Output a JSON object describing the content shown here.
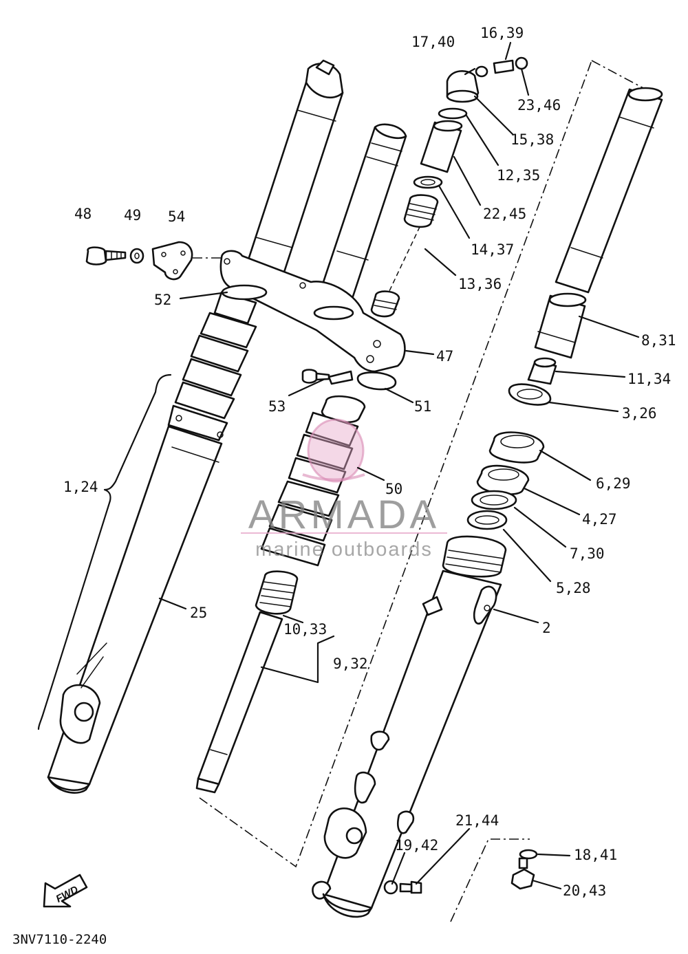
{
  "diagram": {
    "diagram_code": "3NV7110-2240",
    "direction_arrow_label": "FWD",
    "watermark": {
      "brand": "ARMADA",
      "tagline": "marine outboards",
      "accent_color": "#e6a8c9"
    },
    "labels": [
      {
        "id": "48",
        "text": "48"
      },
      {
        "id": "49",
        "text": "49"
      },
      {
        "id": "54",
        "text": "54"
      },
      {
        "id": "52",
        "text": "52"
      },
      {
        "id": "1-24",
        "text": "1,24"
      },
      {
        "id": "25",
        "text": "25"
      },
      {
        "id": "17-40",
        "text": "17,40"
      },
      {
        "id": "16-39",
        "text": "16,39"
      },
      {
        "id": "23-46",
        "text": "23,46"
      },
      {
        "id": "15-38",
        "text": "15,38"
      },
      {
        "id": "12-35",
        "text": "12,35"
      },
      {
        "id": "22-45",
        "text": "22,45"
      },
      {
        "id": "14-37",
        "text": "14,37"
      },
      {
        "id": "13-36",
        "text": "13,36"
      },
      {
        "id": "47",
        "text": "47"
      },
      {
        "id": "53",
        "text": "53"
      },
      {
        "id": "51",
        "text": "51"
      },
      {
        "id": "50",
        "text": "50"
      },
      {
        "id": "10-33",
        "text": "10,33"
      },
      {
        "id": "9-32",
        "text": "9,32"
      },
      {
        "id": "8-31",
        "text": "8,31"
      },
      {
        "id": "11-34",
        "text": "11,34"
      },
      {
        "id": "3-26",
        "text": "3,26"
      },
      {
        "id": "6-29",
        "text": "6,29"
      },
      {
        "id": "4-27",
        "text": "4,27"
      },
      {
        "id": "7-30",
        "text": "7,30"
      },
      {
        "id": "5-28",
        "text": "5,28"
      },
      {
        "id": "2",
        "text": "2"
      },
      {
        "id": "21-44",
        "text": "21,44"
      },
      {
        "id": "19-42",
        "text": "19,42"
      },
      {
        "id": "18-41",
        "text": "18,41"
      },
      {
        "id": "20-43",
        "text": "20,43"
      }
    ]
  }
}
